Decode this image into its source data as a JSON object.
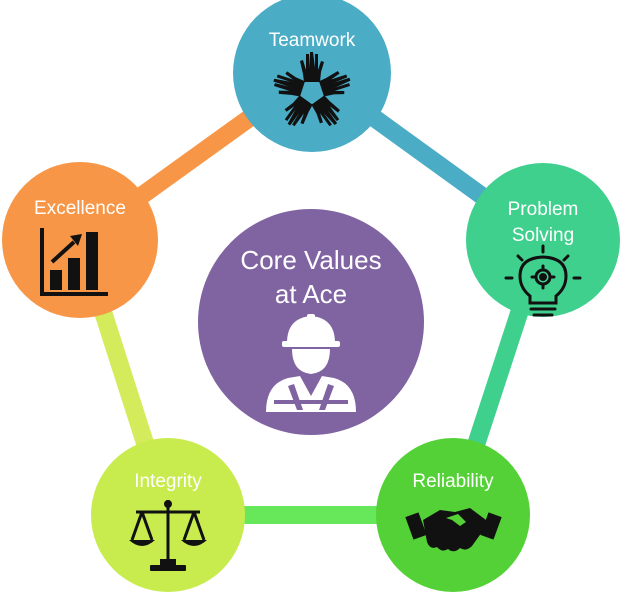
{
  "diagram": {
    "center": {
      "lines": [
        "Core Values",
        "at Ace"
      ],
      "color": "#8064A2",
      "icon": "construction-worker-icon"
    },
    "nodes": [
      {
        "id": "teamwork",
        "lines": [
          "Teamwork"
        ],
        "color": "#4BACC6",
        "icon": "hands-teamwork-icon"
      },
      {
        "id": "problem-solving",
        "lines": [
          "Problem",
          "Solving"
        ],
        "color": "#3FD08E",
        "icon": "lightbulb-gear-icon"
      },
      {
        "id": "reliability",
        "lines": [
          "Reliability"
        ],
        "color": "#55D138",
        "icon": "handshake-icon"
      },
      {
        "id": "integrity",
        "lines": [
          "Integrity"
        ],
        "color": "#C8EC4E",
        "icon": "balance-scale-icon"
      },
      {
        "id": "excellence",
        "lines": [
          "Excellence"
        ],
        "color": "#F79646",
        "icon": "growth-chart-icon"
      }
    ],
    "ring_segments": [
      {
        "from": "teamwork",
        "to": "problem-solving",
        "color": "#4BACC6"
      },
      {
        "from": "problem-solving",
        "to": "reliability",
        "color": "#3FD08E"
      },
      {
        "from": "reliability",
        "to": "integrity",
        "color": "#66E85A"
      },
      {
        "from": "integrity",
        "to": "excellence",
        "color": "#D4EC5C"
      },
      {
        "from": "excellence",
        "to": "teamwork",
        "color": "#F79646"
      }
    ]
  }
}
